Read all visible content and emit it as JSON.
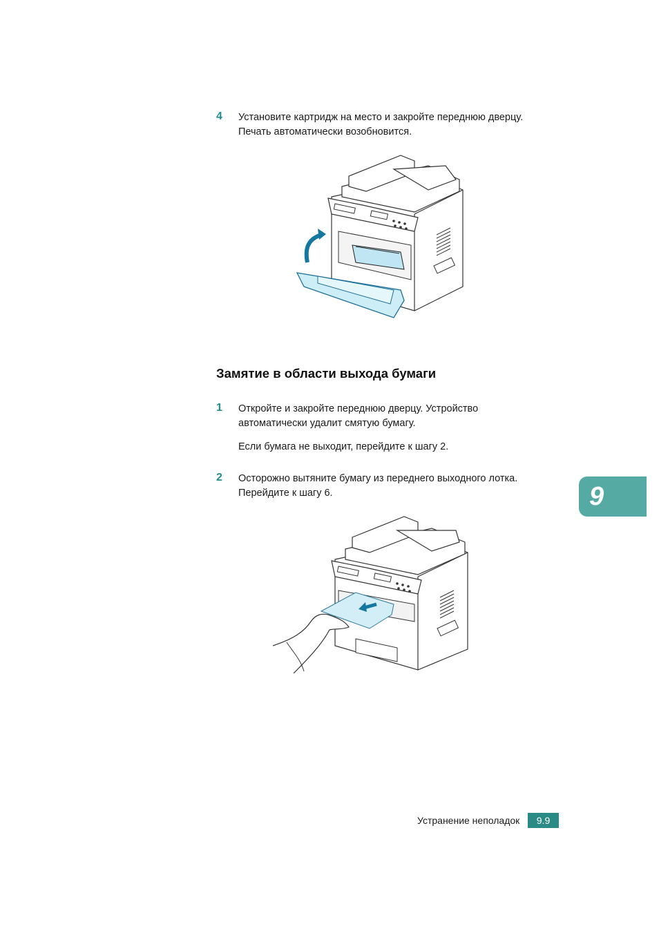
{
  "step4": {
    "number": "4",
    "lines": [
      "Установите картридж на место и закройте переднюю дверцу.",
      "Печать автоматически возобновится."
    ]
  },
  "section": {
    "heading": "Замятие в области выхода бумаги"
  },
  "step1": {
    "number": "1",
    "lines": [
      "Откройте и закройте переднюю дверцу. Устройство",
      "автоматически удалит смятую бумагу."
    ],
    "note": "Если бумага не выходит, перейдите к шагу 2."
  },
  "step2": {
    "number": "2",
    "lines": [
      "Осторожно вытяните бумагу из переднего выходного лотка.",
      "Перейдите к шагу 6."
    ]
  },
  "chapter_tab": {
    "number": "9",
    "color": "#55aaa4"
  },
  "footer": {
    "section_title": "Устранение неполадок",
    "page_number": "9.9",
    "badge_color": "#2a8a86"
  },
  "accent_color": "#1f8f8f"
}
